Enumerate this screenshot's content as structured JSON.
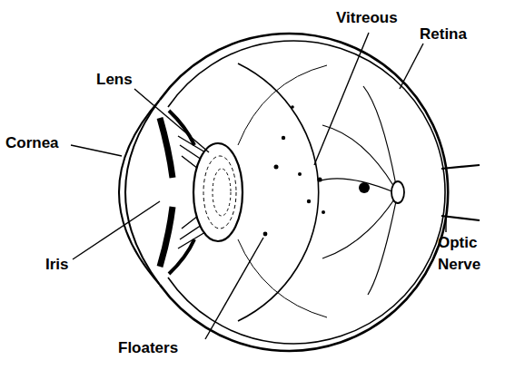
{
  "diagram": {
    "labels": [
      "Vitreous",
      "Retina",
      "Lens",
      "Cornea",
      "Iris",
      "Optic Nerve",
      "Floaters"
    ]
  }
}
